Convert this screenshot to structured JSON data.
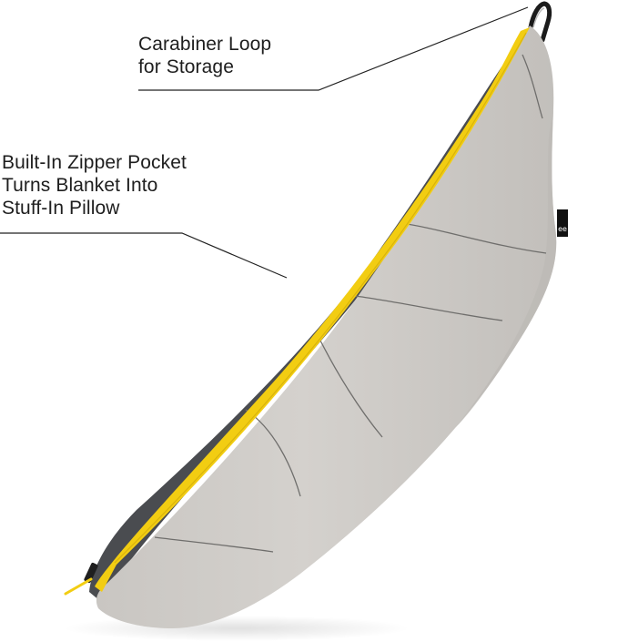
{
  "image": {
    "subject": "Gray quilted travel blanket packed into stuff-in pillow with yellow zipper",
    "colors": {
      "background": "#ffffff",
      "shell": "#cfccc8",
      "shell_shadow": "#b9b6b2",
      "underside": "#4a4c50",
      "zipper": "#f2cd12",
      "callout_line": "#222222",
      "text": "#1e1e1e"
    }
  },
  "callouts": [
    {
      "id": "carabiner",
      "lines": [
        "Carabiner Loop",
        "for Storage"
      ]
    },
    {
      "id": "zipper-pocket",
      "lines": [
        "Built-In Zipper Pocket",
        "Turns Blanket Into",
        "Stuff-In Pillow"
      ]
    }
  ]
}
